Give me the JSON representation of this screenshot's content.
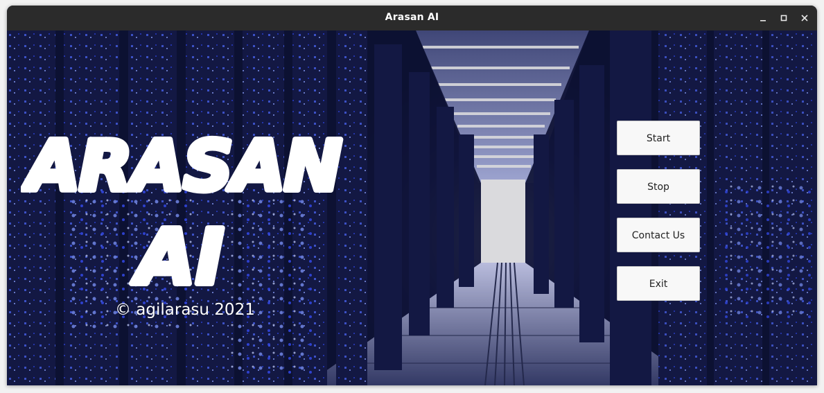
{
  "window": {
    "title": "Arasan AI",
    "controls": {
      "minimize_icon": "minimize-icon",
      "maximize_icon": "maximize-icon",
      "close_icon": "close-icon"
    }
  },
  "hero": {
    "logo_line1": "ARASAN",
    "logo_line2": "AI",
    "copyright": "© agilarasu 2021"
  },
  "buttons": {
    "start": "Start",
    "stop": "Stop",
    "contact": "Contact Us",
    "exit": "Exit"
  },
  "colors": {
    "titlebar": "#2b2b2b",
    "button_bg": "#f8f8f8",
    "accent_blue": "#2a3cff"
  }
}
